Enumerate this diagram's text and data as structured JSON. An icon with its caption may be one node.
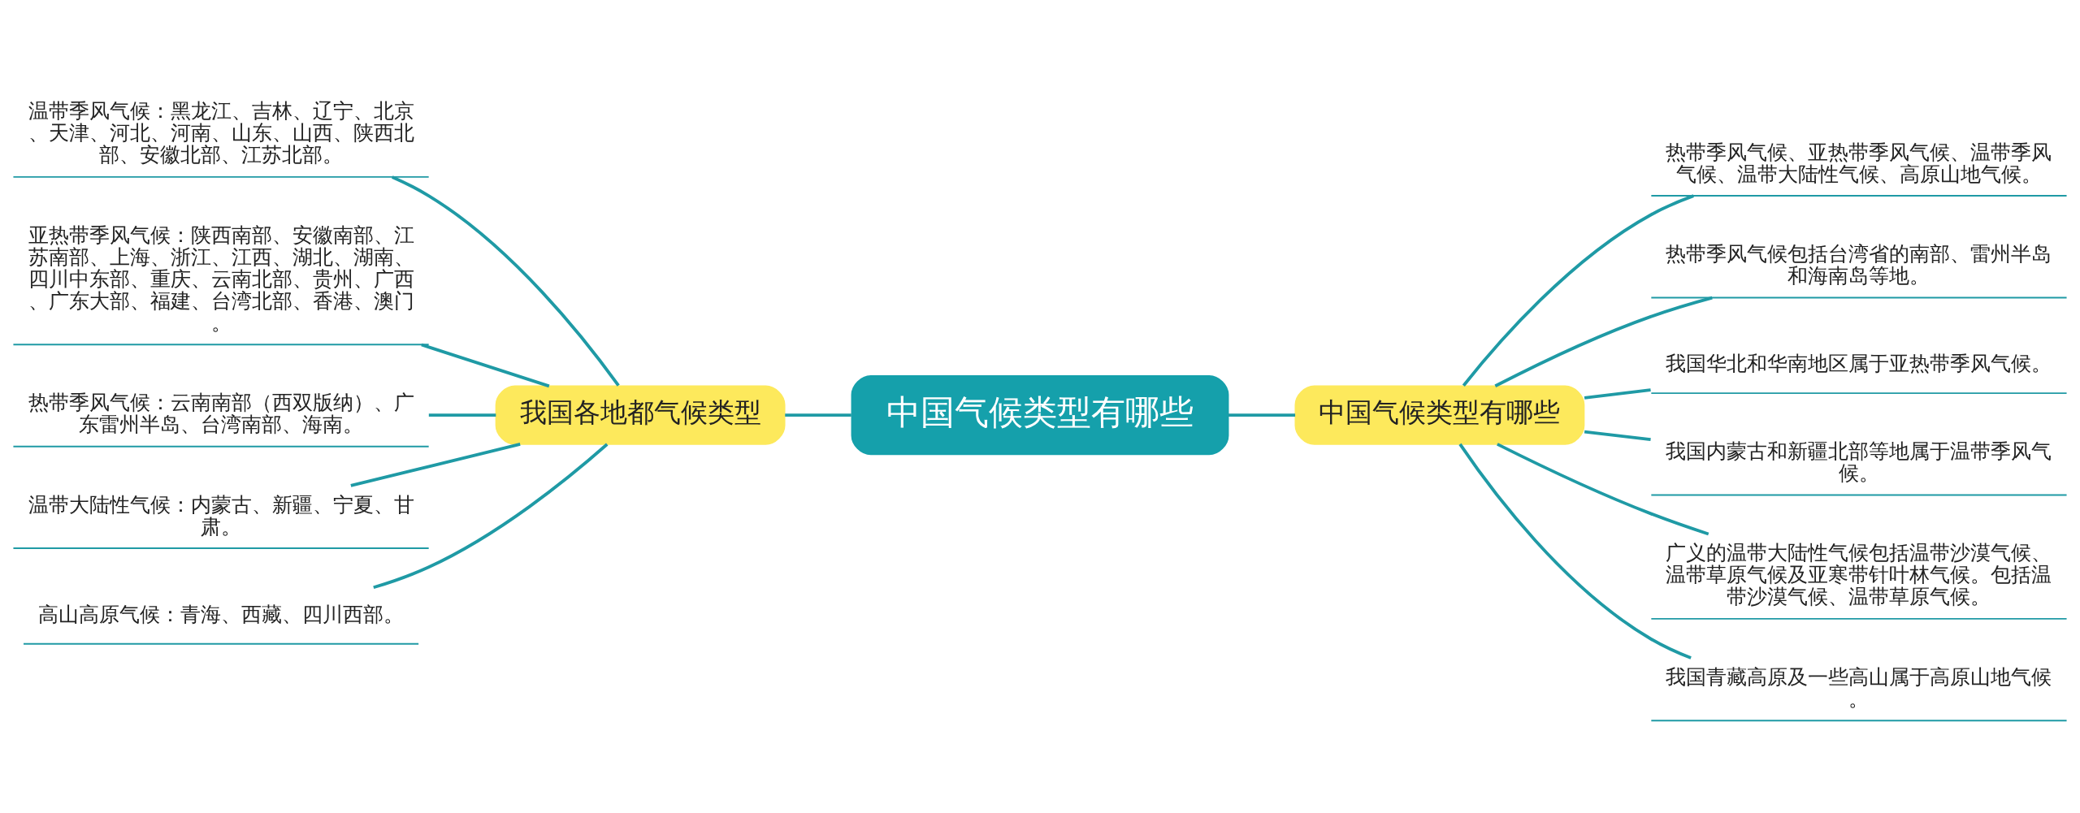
{
  "diagram": {
    "nodes": [
      {
        "text": [
          "中国气候类型有哪些"
        ]
      },
      {
        "text": [
          "我国各地都气候类型"
        ]
      },
      {
        "text": [
          "温带季风气候：黑龙江、吉林、辽宁、北京、天津、河北、河南、山东、山西、陕西北部、安徽北部、江苏北部。"
        ]
      },
      {
        "text": [
          "亚热带季风气候：陕西南部、安徽南部、江苏南部、上海、浙江、江西、湖北、湖南、四川中东部、重庆、云南北部、贵州、广西、广东大部、福建、台湾北部、香港、澳门。"
        ]
      },
      {
        "text": [
          "热带季风气候：云南南部（西双版纳）、广东雷州半岛、台湾南部、海南。"
        ]
      },
      {
        "text": [
          "温带大陆性气候：内蒙古、新疆、宁夏、甘肃。"
        ]
      },
      {
        "text": [
          "高山高原气候：青海、西藏、四川西部。"
        ]
      },
      {
        "text": [
          "中国气候类型有哪些"
        ]
      },
      {
        "text": [
          "热带季风气候、亚热带季风气候、温带季风气候、温带大陆性气候、高原山地气候。"
        ]
      },
      {
        "text": [
          "热带季风气候包括台湾省的南部、雷州半岛和海南岛等地。"
        ]
      },
      {
        "text": [
          "我国华北和华南地区属于亚热带季风气候。"
        ]
      },
      {
        "text": [
          "我国内蒙古和新疆北部等地属于温带季风气候。"
        ]
      },
      {
        "text": [
          "广义的温带大陆性气候包括温带沙漠气候、温带草原气候及亚寒带针叶林气候。包括温带沙漠气候、温带草原气候。"
        ]
      },
      {
        "text": [
          "我国青藏高原及一些高山属于高原山地气候。"
        ]
      }
    ],
    "edges": [
      {
        "from": 1,
        "to": 0,
        "arrow": "none"
      },
      {
        "from": 2,
        "to": 1,
        "arrow": "none"
      },
      {
        "from": 3,
        "to": 1,
        "arrow": "none"
      },
      {
        "from": 4,
        "to": 1,
        "arrow": "none"
      },
      {
        "from": 5,
        "to": 1,
        "arrow": "none"
      },
      {
        "from": 6,
        "to": 1,
        "arrow": "none"
      },
      {
        "from": 0,
        "to": 7,
        "arrow": "none"
      },
      {
        "from": 7,
        "to": 8,
        "arrow": "none"
      },
      {
        "from": 7,
        "to": 9,
        "arrow": "none"
      },
      {
        "from": 7,
        "to": 10,
        "arrow": "none"
      },
      {
        "from": 7,
        "to": 11,
        "arrow": "none"
      },
      {
        "from": 7,
        "to": 12,
        "arrow": "none"
      },
      {
        "from": 7,
        "to": 13,
        "arrow": "none"
      }
    ]
  }
}
